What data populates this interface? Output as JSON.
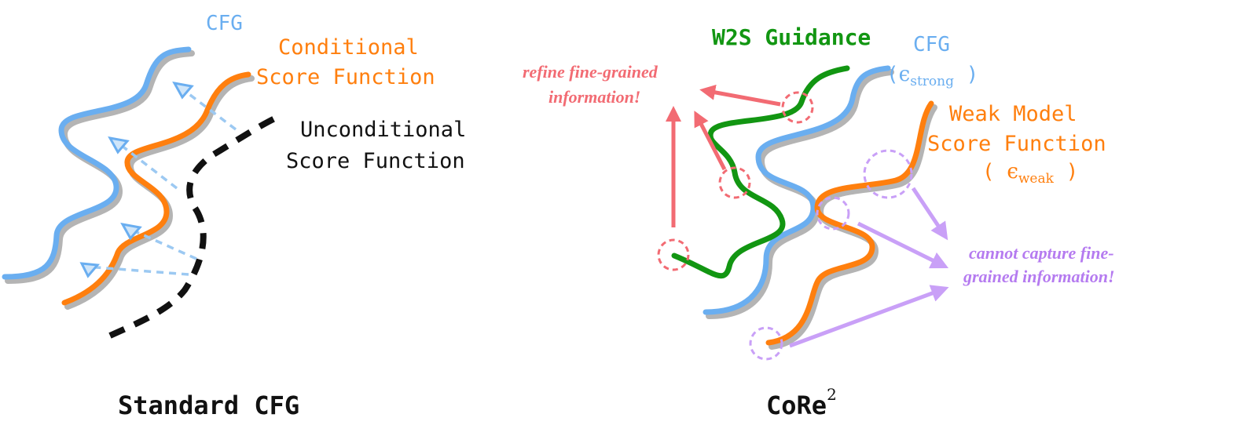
{
  "left_panel": {
    "caption": "Standard CFG",
    "labels": {
      "cfg": "CFG",
      "conditional_line1": "Conditional",
      "conditional_line2": "Score Function",
      "unconditional_line1": "Unconditional",
      "unconditional_line2": "Score Function"
    }
  },
  "right_panel": {
    "caption": "CoRe",
    "caption_superscript": "2",
    "labels": {
      "w2s": "W2S Guidance",
      "cfg": "CFG",
      "strong_symbol": "ϵ",
      "strong_subscript": "strong",
      "weak_line1": "Weak Model",
      "weak_line2": "Score Function",
      "weak_symbol": "ϵ",
      "weak_subscript": "weak",
      "refine_line1": "refine fine-grained",
      "refine_line2": "information!",
      "cannot_line1": "cannot capture fine-",
      "cannot_line2": "grained information!"
    }
  },
  "colors": {
    "cfg_blue": "#6aaef0",
    "conditional_orange": "#ff7f0e",
    "unconditional_black": "#111111",
    "w2s_green": "#129612",
    "refine_red": "#f26b73",
    "cannot_purple": "#b57bf0",
    "shadow_gray": "#b4b4b4"
  }
}
